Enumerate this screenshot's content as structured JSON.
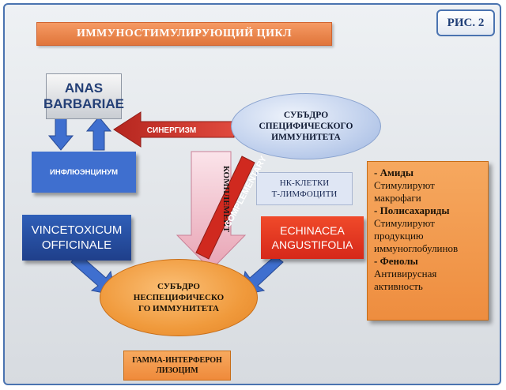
{
  "figure_label": "РИС. 2",
  "title": "ИММУНОСТИМУЛИРУЮЩИЙ ЦИКЛ",
  "anas": {
    "line1": "ANAS",
    "line2": "BARBARIAE"
  },
  "influenzinum": "ИНФЛЮЭНЦИНУМ",
  "vincetoxicum": {
    "line1": "VINCETOXICUM",
    "line2": "OFFICINALE"
  },
  "echinacea": {
    "line1": "ECHINACEA",
    "line2": "ANGUSTIFOLIA"
  },
  "specific_ellipse": {
    "line1": "СУБЪДРО",
    "line2": "СПЕЦИФИЧЕСКОГО",
    "line3": "ИММУНИТЕТА"
  },
  "nonspecific_ellipse": {
    "line1": "СУБЪДРО",
    "line2": "НЕСПЕЦИФИЧЕСКО",
    "line3": "ГО ИММУНИТЕТА"
  },
  "cells": {
    "line1": "НК-КЛЕТКИ",
    "line2": "Т-ЛИМФОЦИТИ"
  },
  "arrow_labels": {
    "synergism": "СИНЕРГИЗМ",
    "complement": "КОМПЛЕМЕНТ",
    "complementary": "COMPLEMENTARY"
  },
  "gamma": {
    "line1": "ГАММА-ИНТЕРФЕРОН",
    "line2": "ЛИЗОЦИМ"
  },
  "properties": [
    {
      "head": "- Амиды",
      "text": "Стимулируют макрофаги"
    },
    {
      "head": "- Полисахариды",
      "text": "Стимулируют продукцию иммуноглобулинов"
    },
    {
      "head": "- Фенолы",
      "text": "Антивирусная активность"
    }
  ],
  "colors": {
    "blue_arrow": "#3f6fcf",
    "red_arrow": "#c9302c",
    "orange": "#ef8a3b",
    "border_blue": "#4a73b0"
  }
}
